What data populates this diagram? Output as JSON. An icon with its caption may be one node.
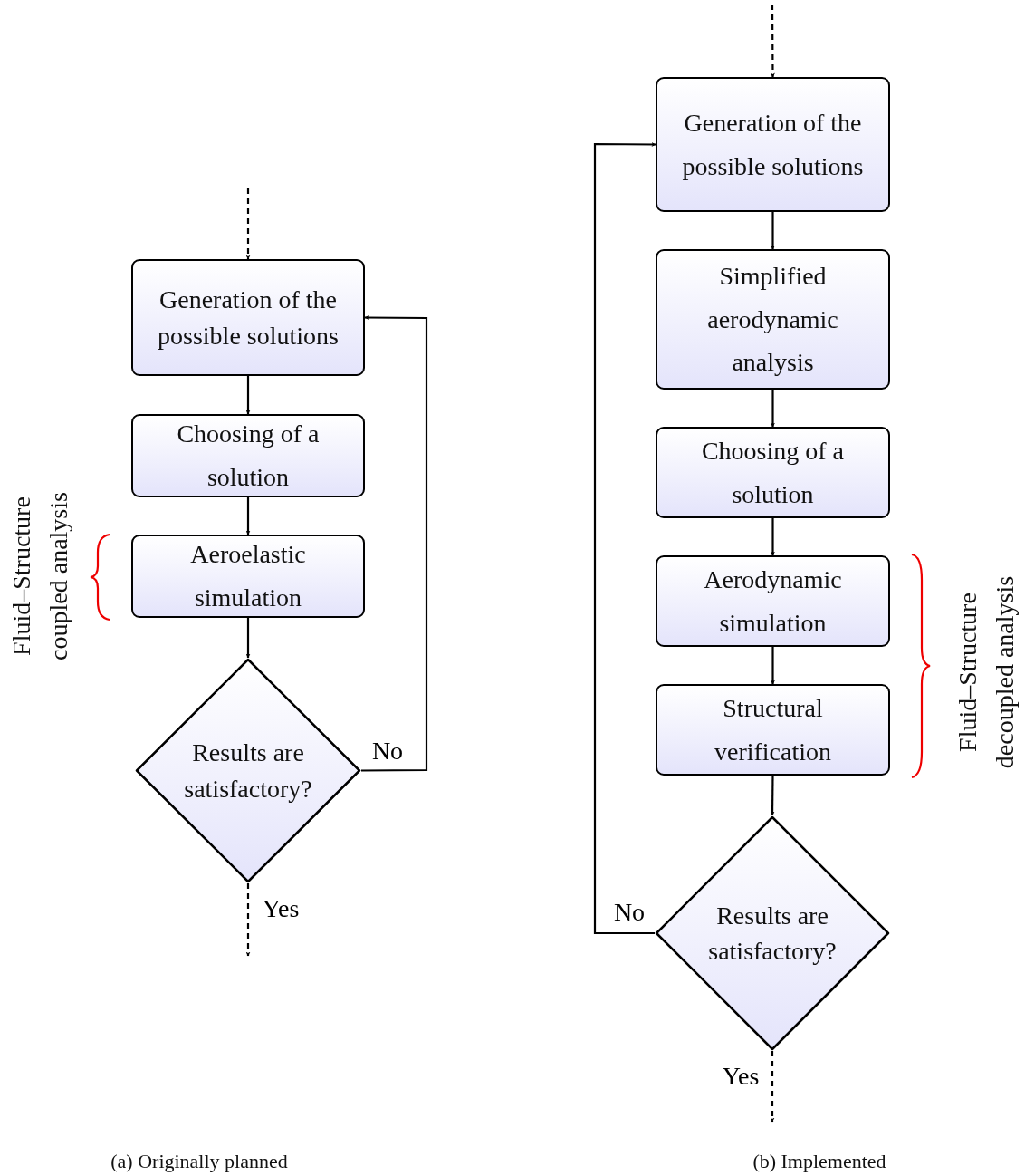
{
  "diagram": {
    "nodes": [
      {
        "text": [
          "Generation of the possible solutions"
        ]
      },
      {
        "text": [
          "Choosing of a solution"
        ]
      },
      {
        "text": [
          "Aeroelastic simulation"
        ]
      },
      {
        "text": [
          "Results are satisfactory?"
        ]
      },
      {
        "text": [
          "Generation of the possible solutions"
        ]
      },
      {
        "text": [
          "Simplified aerodynamic analysis"
        ]
      },
      {
        "text": [
          "Choosing of a solution"
        ]
      },
      {
        "text": [
          "Aerodynamic simulation"
        ]
      },
      {
        "text": [
          "Structural verification"
        ]
      },
      {
        "text": [
          "Results are satisfactory?"
        ]
      }
    ],
    "edges": [
      {
        "from": null,
        "to": 0,
        "arrow": "to",
        "style": "dashed"
      },
      {
        "from": 0,
        "to": 1,
        "arrow": "to"
      },
      {
        "from": 1,
        "to": 2,
        "arrow": "to"
      },
      {
        "from": 2,
        "to": 3,
        "arrow": "to"
      },
      {
        "from": 3,
        "to": 0,
        "arrow": "to",
        "label": "No"
      },
      {
        "from": 3,
        "to": null,
        "arrow": "to",
        "style": "dashed",
        "label": "Yes"
      },
      {
        "from": null,
        "to": 4,
        "arrow": "to",
        "style": "dashed"
      },
      {
        "from": 4,
        "to": 5,
        "arrow": "to"
      },
      {
        "from": 5,
        "to": 6,
        "arrow": "to"
      },
      {
        "from": 6,
        "to": 7,
        "arrow": "to"
      },
      {
        "from": 7,
        "to": 8,
        "arrow": "to"
      },
      {
        "from": 8,
        "to": 9,
        "arrow": "to"
      },
      {
        "from": 9,
        "to": 4,
        "arrow": "to",
        "label": "No"
      },
      {
        "from": 9,
        "to": null,
        "arrow": "to",
        "style": "dashed",
        "label": "Yes"
      }
    ],
    "labels": [
      "Fluid–Structure coupled analysis",
      "Fluid–Structure decoupled analysis",
      "(a) Originally planned",
      "(b) Implemented"
    ]
  }
}
